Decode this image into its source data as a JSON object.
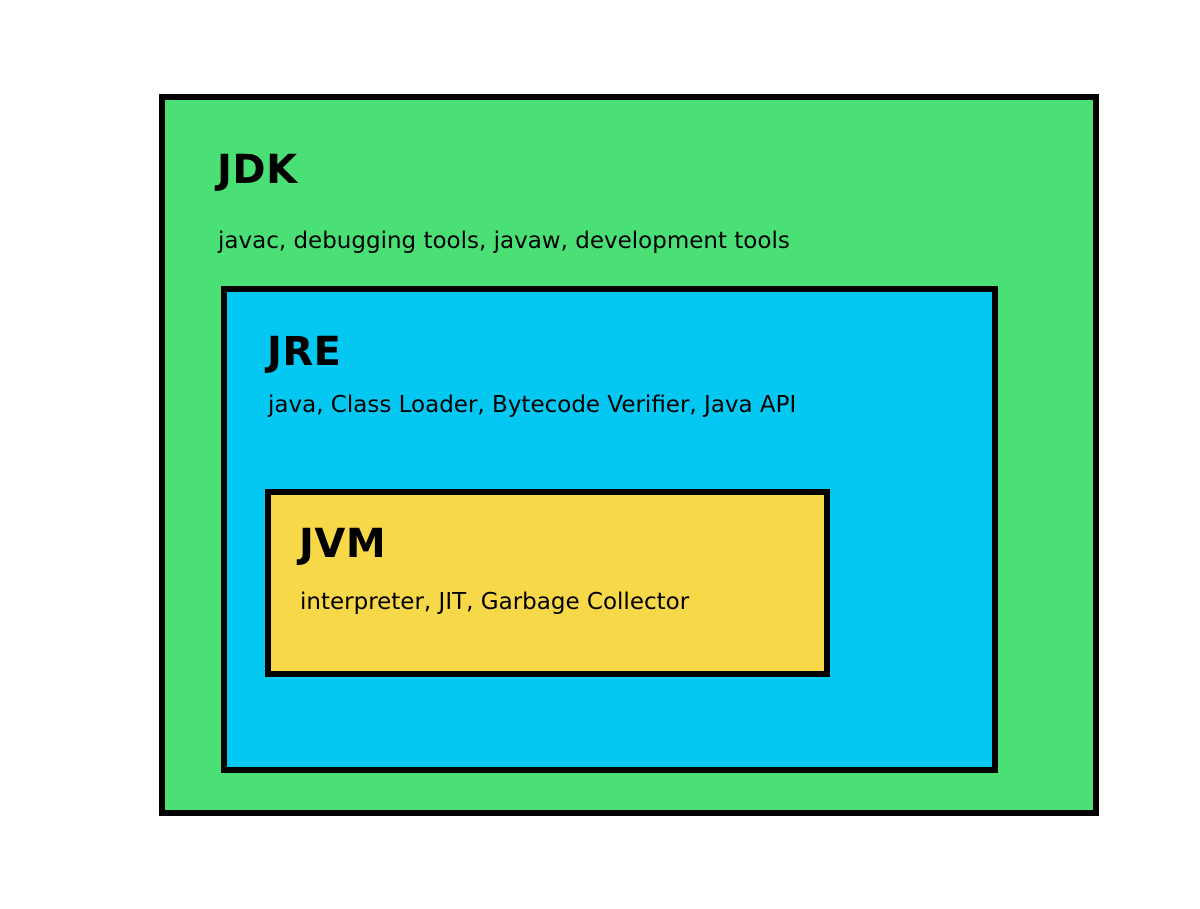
{
  "colors": {
    "jdk_fill": "#4ae076",
    "jre_fill": "#05c8f2",
    "jvm_fill": "#f7d848",
    "border": "#000000",
    "background": "#ffffff"
  },
  "jdk": {
    "title": "JDK",
    "description": "javac, debugging tools, javaw, development tools"
  },
  "jre": {
    "title": "JRE",
    "description": "java, Class Loader, Bytecode Verifier, Java API"
  },
  "jvm": {
    "title": "JVM",
    "description": "interpreter, JIT, Garbage Collector"
  }
}
